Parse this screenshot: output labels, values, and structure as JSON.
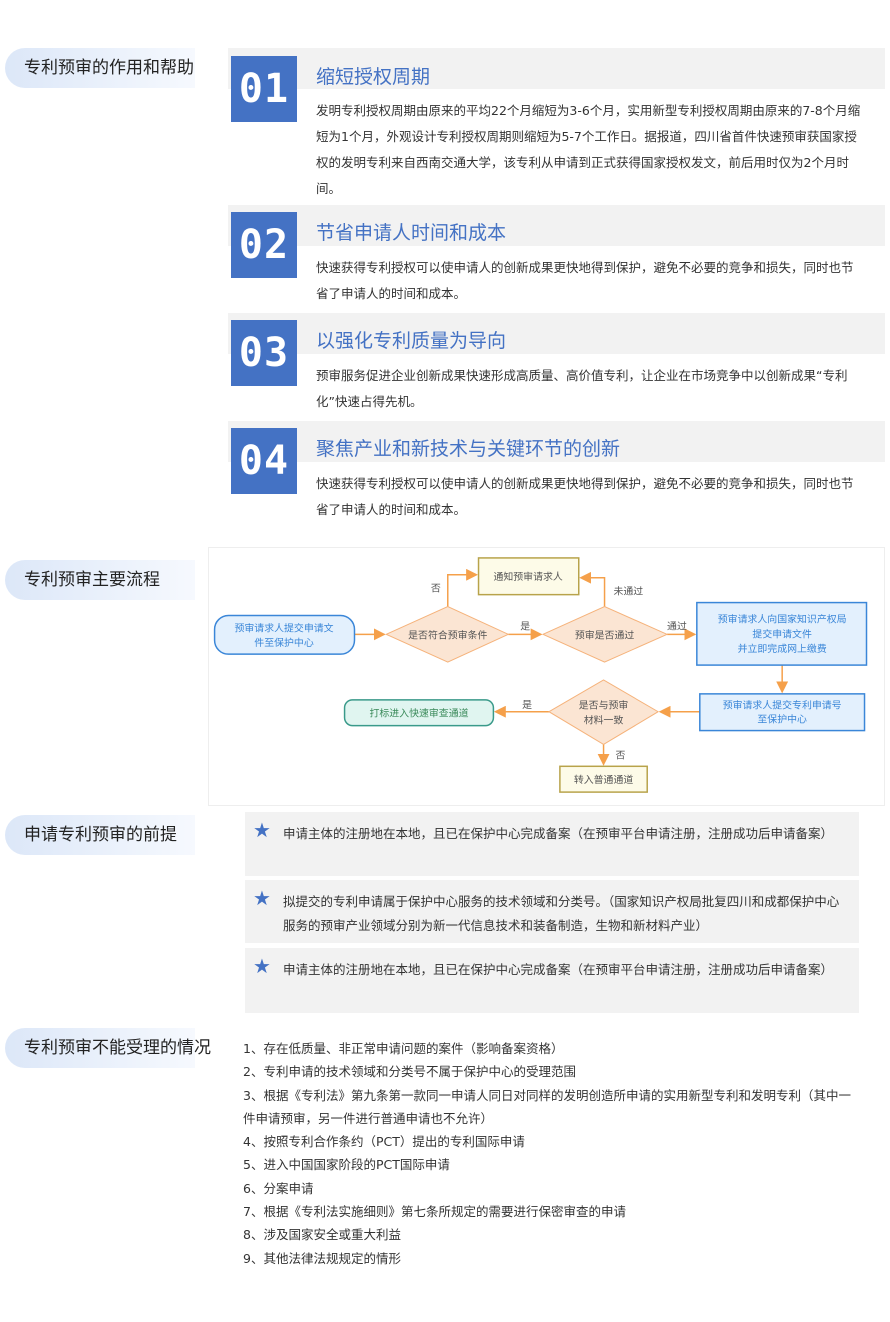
{
  "sections": {
    "role": "专利预审的作用和帮助",
    "process": "专利预审主要流程",
    "prereq": "申请专利预审的前提",
    "reject": "专利预审不能受理的情况"
  },
  "cards": [
    {
      "num": "01",
      "title": "缩短授权周期",
      "body": "发明专利授权周期由原来的平均22个月缩短为3-6个月，实用新型专利授权周期由原来的7-8个月缩短为1个月，外观设计专利授权周期则缩短为5-7个工作日。据报道，四川省首件快速预审获国家授权的发明专利来自西南交通大学，该专利从申请到正式获得国家授权发文，前后用时仅为2个月时间。"
    },
    {
      "num": "02",
      "title": "节省申请人时间和成本",
      "body": "快速获得专利授权可以使申请人的创新成果更快地得到保护，避免不必要的竞争和损失，同时也节省了申请人的时间和成本。"
    },
    {
      "num": "03",
      "title": "以强化专利质量为导向",
      "body": "预审服务促进企业创新成果快速形成高质量、高价值专利，让企业在市场竞争中以创新成果“专利化”快速占得先机。"
    },
    {
      "num": "04",
      "title": "聚焦产业和新技术与关键环节的创新",
      "body": "快速获得专利授权可以使申请人的创新成果更快地得到保护，避免不必要的竞争和损失，同时也节省了申请人的时间和成本。"
    }
  ],
  "flow": {
    "start1": "预审请求人提交申请文",
    "start2": "件至保护中心",
    "d1": "是否符合预审条件",
    "d2": "预审是否通过",
    "notify": "通知预审请求人",
    "b1a": "预审请求人向国家知识产权局",
    "b1b": "提交申请文件",
    "b1c": "并立即完成网上缴费",
    "b2a": "预审请求人提交专利申请号",
    "b2b": "至保护中心",
    "d3a": "是否与预审",
    "d3b": "材料一致",
    "green": "打标进入快速审查通道",
    "normal": "转入普通通道",
    "no": "否",
    "yes": "是",
    "fail": "未通过",
    "pass": "通过"
  },
  "prereqs": [
    "申请主体的注册地在本地，且已在保护中心完成备案（在预审平台申请注册，注册成功后申请备案）",
    "拟提交的专利申请属于保护中心服务的技术领域和分类号。（国家知识产权局批复四川和成都保护中心服务的预审产业领域分别为新一代信息技术和装备制造，生物和新材料产业）",
    "申请主体的注册地在本地，且已在保护中心完成备案（在预审平台申请注册，注册成功后申请备案）"
  ],
  "rejects": [
    "1、存在低质量、非正常申请问题的案件（影响备案资格）",
    "2、专利申请的技术领域和分类号不属于保护中心的受理范围",
    "3、根据《专利法》第九条第一款同一申请人同日对同样的发明创造所申请的实用新型专利和发明专利（其中一件申请预审，另一件进行普通申请也不允许）",
    "4、按照专利合作条约（PCT）提出的专利国际申请",
    "5、进入中国国家阶段的PCT国际申请",
    "6、分案申请",
    "7、根据《专利法实施细则》第七条所规定的需要进行保密审查的申请",
    "8、涉及国家安全或重大利益",
    "9、其他法律法规规定的情形"
  ]
}
